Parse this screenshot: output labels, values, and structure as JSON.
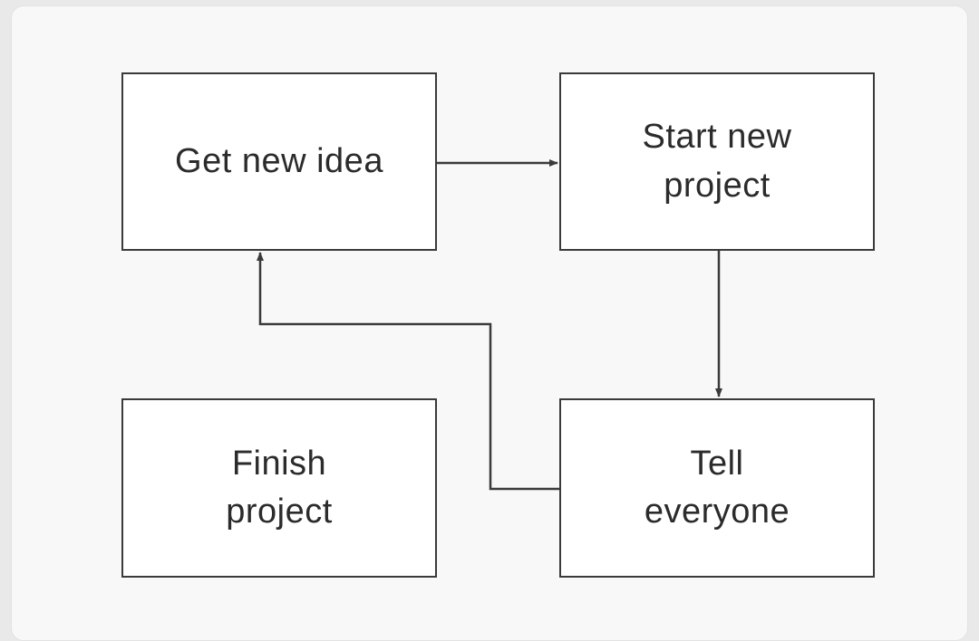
{
  "diagram": {
    "nodes": [
      {
        "id": "get-new-idea",
        "lines": [
          "Get new idea"
        ]
      },
      {
        "id": "start-new-project",
        "lines": [
          "Start new",
          "project"
        ]
      },
      {
        "id": "finish-project",
        "lines": [
          "Finish",
          "project"
        ]
      },
      {
        "id": "tell-everyone",
        "lines": [
          "Tell",
          "everyone"
        ]
      }
    ],
    "edges": [
      {
        "from": "get-new-idea",
        "to": "start-new-project"
      },
      {
        "from": "start-new-project",
        "to": "tell-everyone"
      },
      {
        "from": "tell-everyone",
        "to": "get-new-idea"
      }
    ],
    "colors": {
      "line": "#3a3a3a",
      "text": "#2b2b2b",
      "box_fill": "#ffffff",
      "background": "#f8f8f8"
    }
  }
}
